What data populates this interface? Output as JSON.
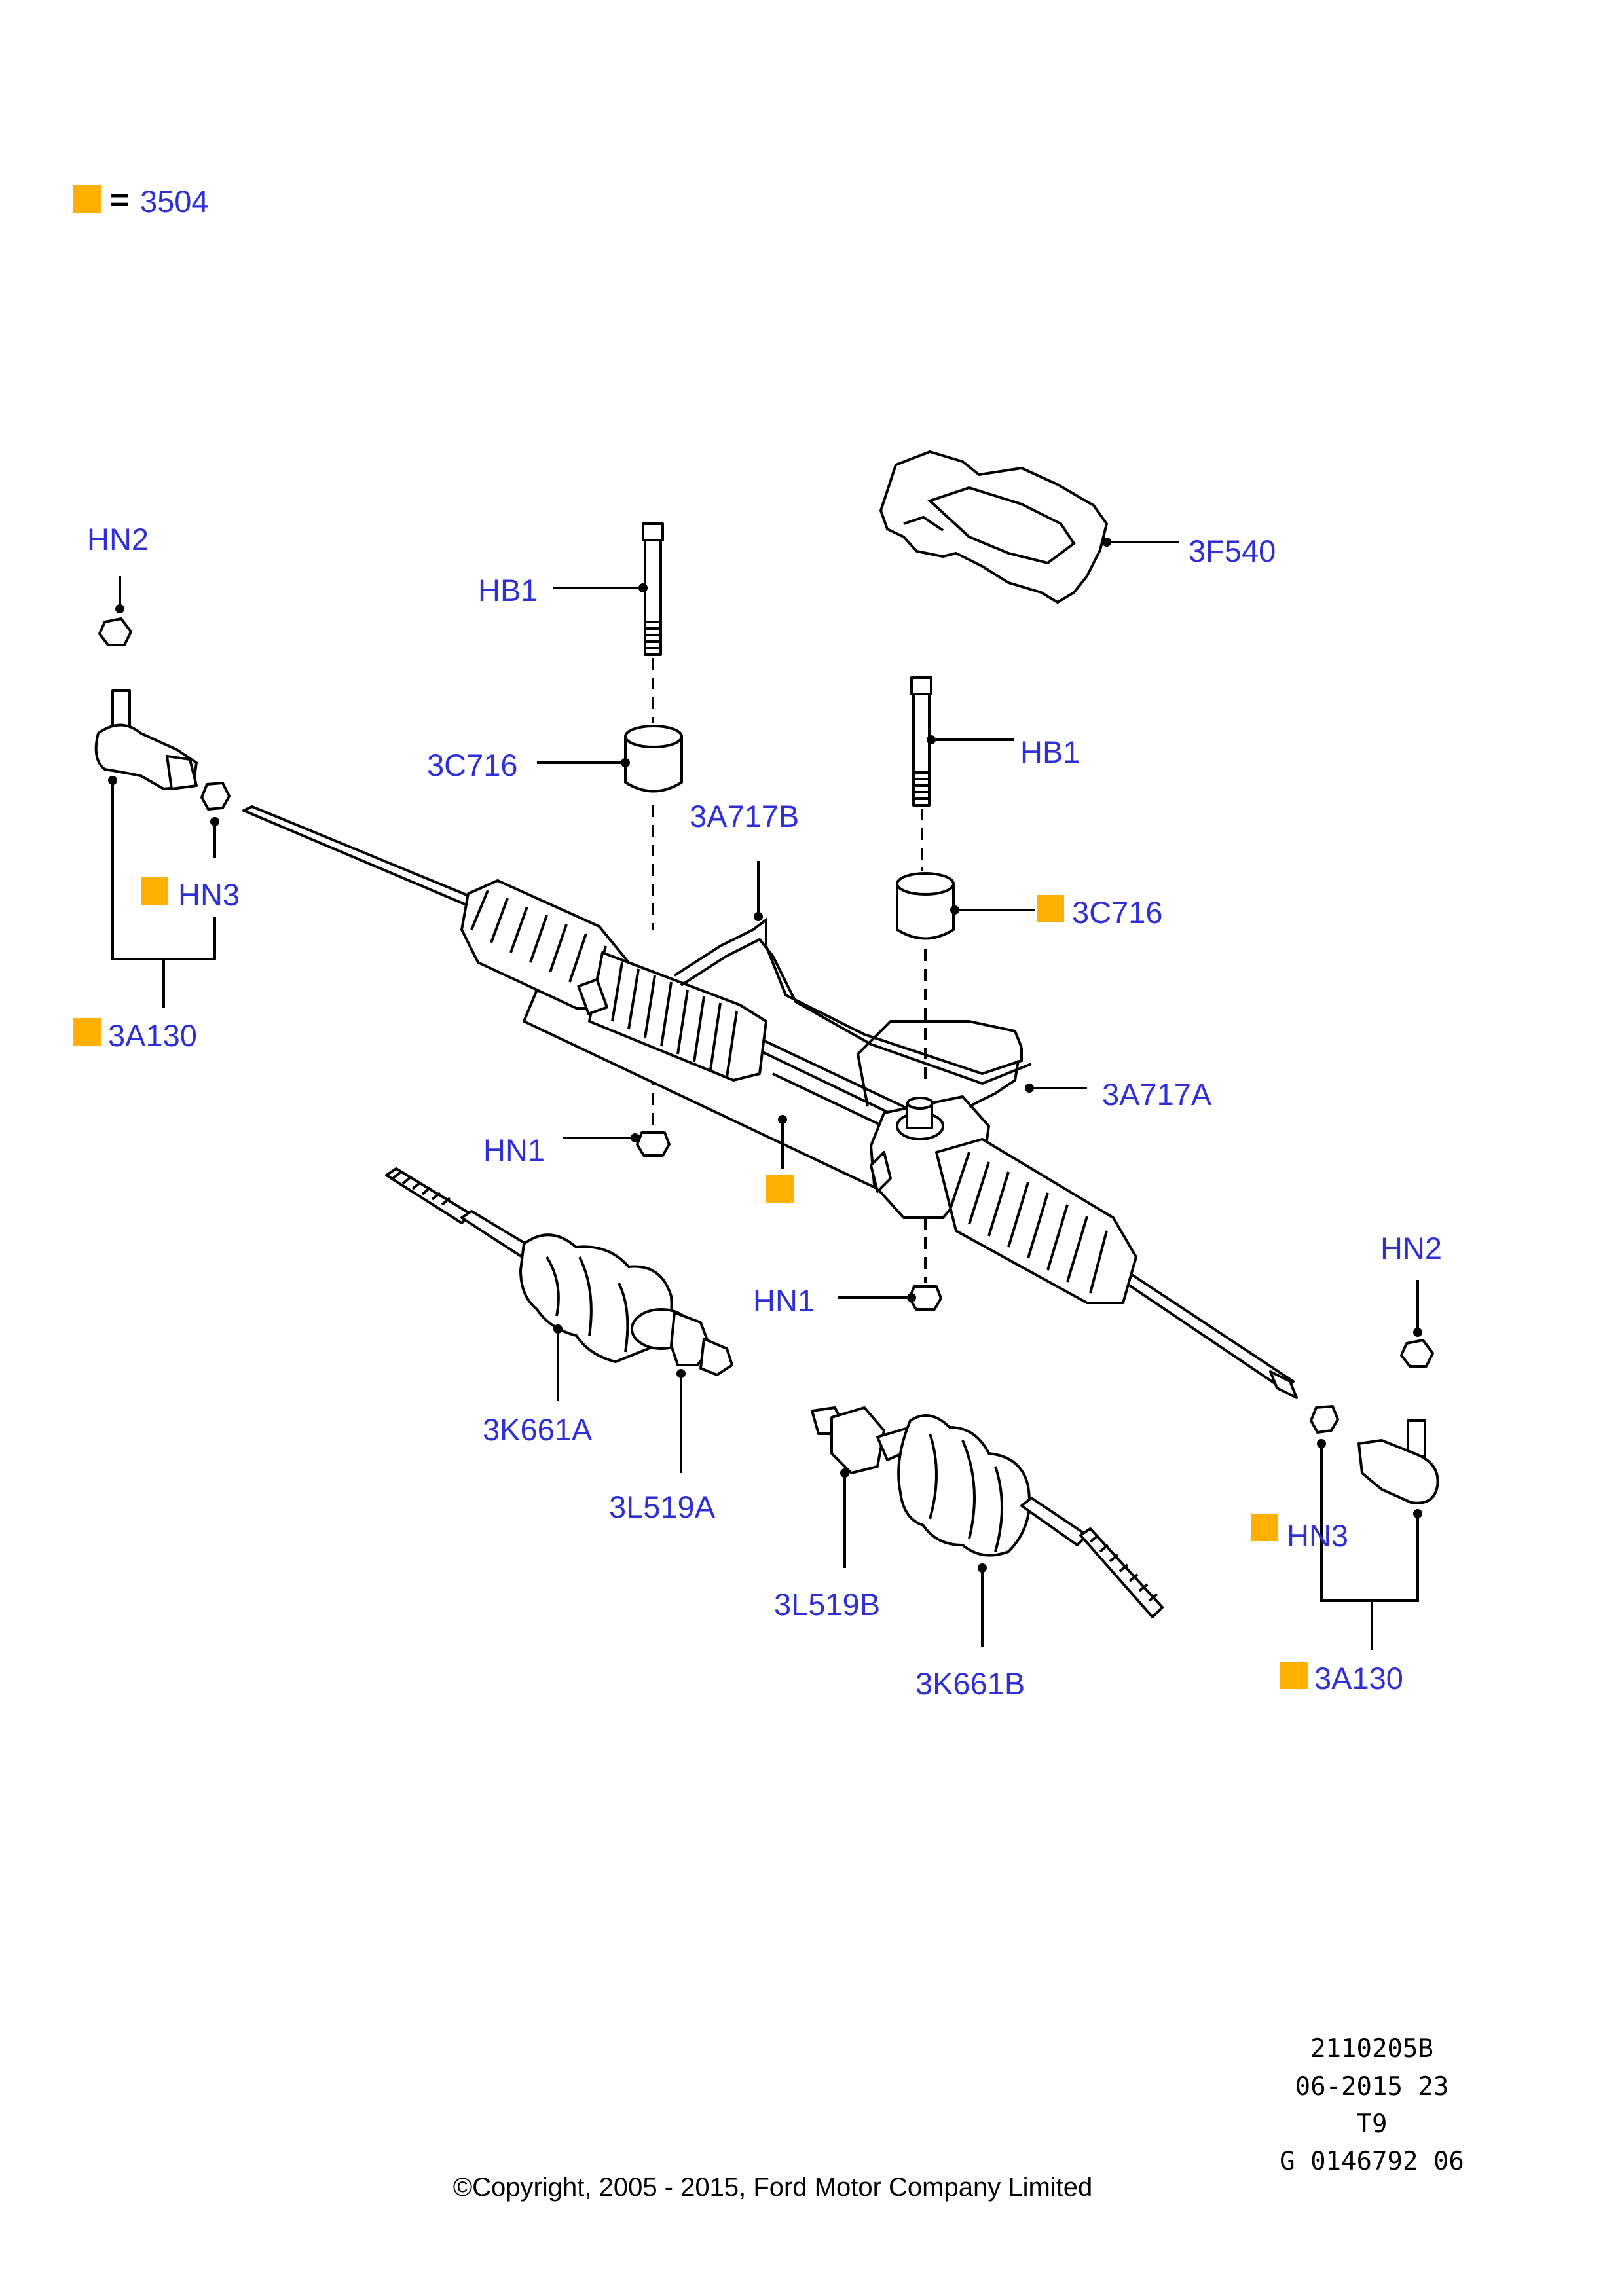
{
  "legend": {
    "equals": "=",
    "code": "3504",
    "marker_color": "#ffb000"
  },
  "label_color": "#2f2fd6",
  "callouts": {
    "hn2_left": "HN2",
    "hb1_left": "HB1",
    "c716_left": "3C716",
    "f540": "3F540",
    "hb1_right": "HB1",
    "a717b": "3A717B",
    "c716_right": "3C716",
    "hn3_left": "HN3",
    "a130_left": "3A130",
    "a717a": "3A717A",
    "hn1_left": "HN1",
    "hn1_right": "HN1",
    "hn2_right": "HN2",
    "k661a": "3K661A",
    "l519a": "3L519A",
    "l519b": "3L519B",
    "k661b": "3K661B",
    "hn3_right": "HN3",
    "a130_right": "3A130"
  },
  "meta": {
    "ref": "2110205B",
    "date": "06-2015 23",
    "code": "T9",
    "id": "G 0146792 06"
  },
  "copyright": "©Copyright, 2005 - 2015, Ford Motor Company Limited"
}
